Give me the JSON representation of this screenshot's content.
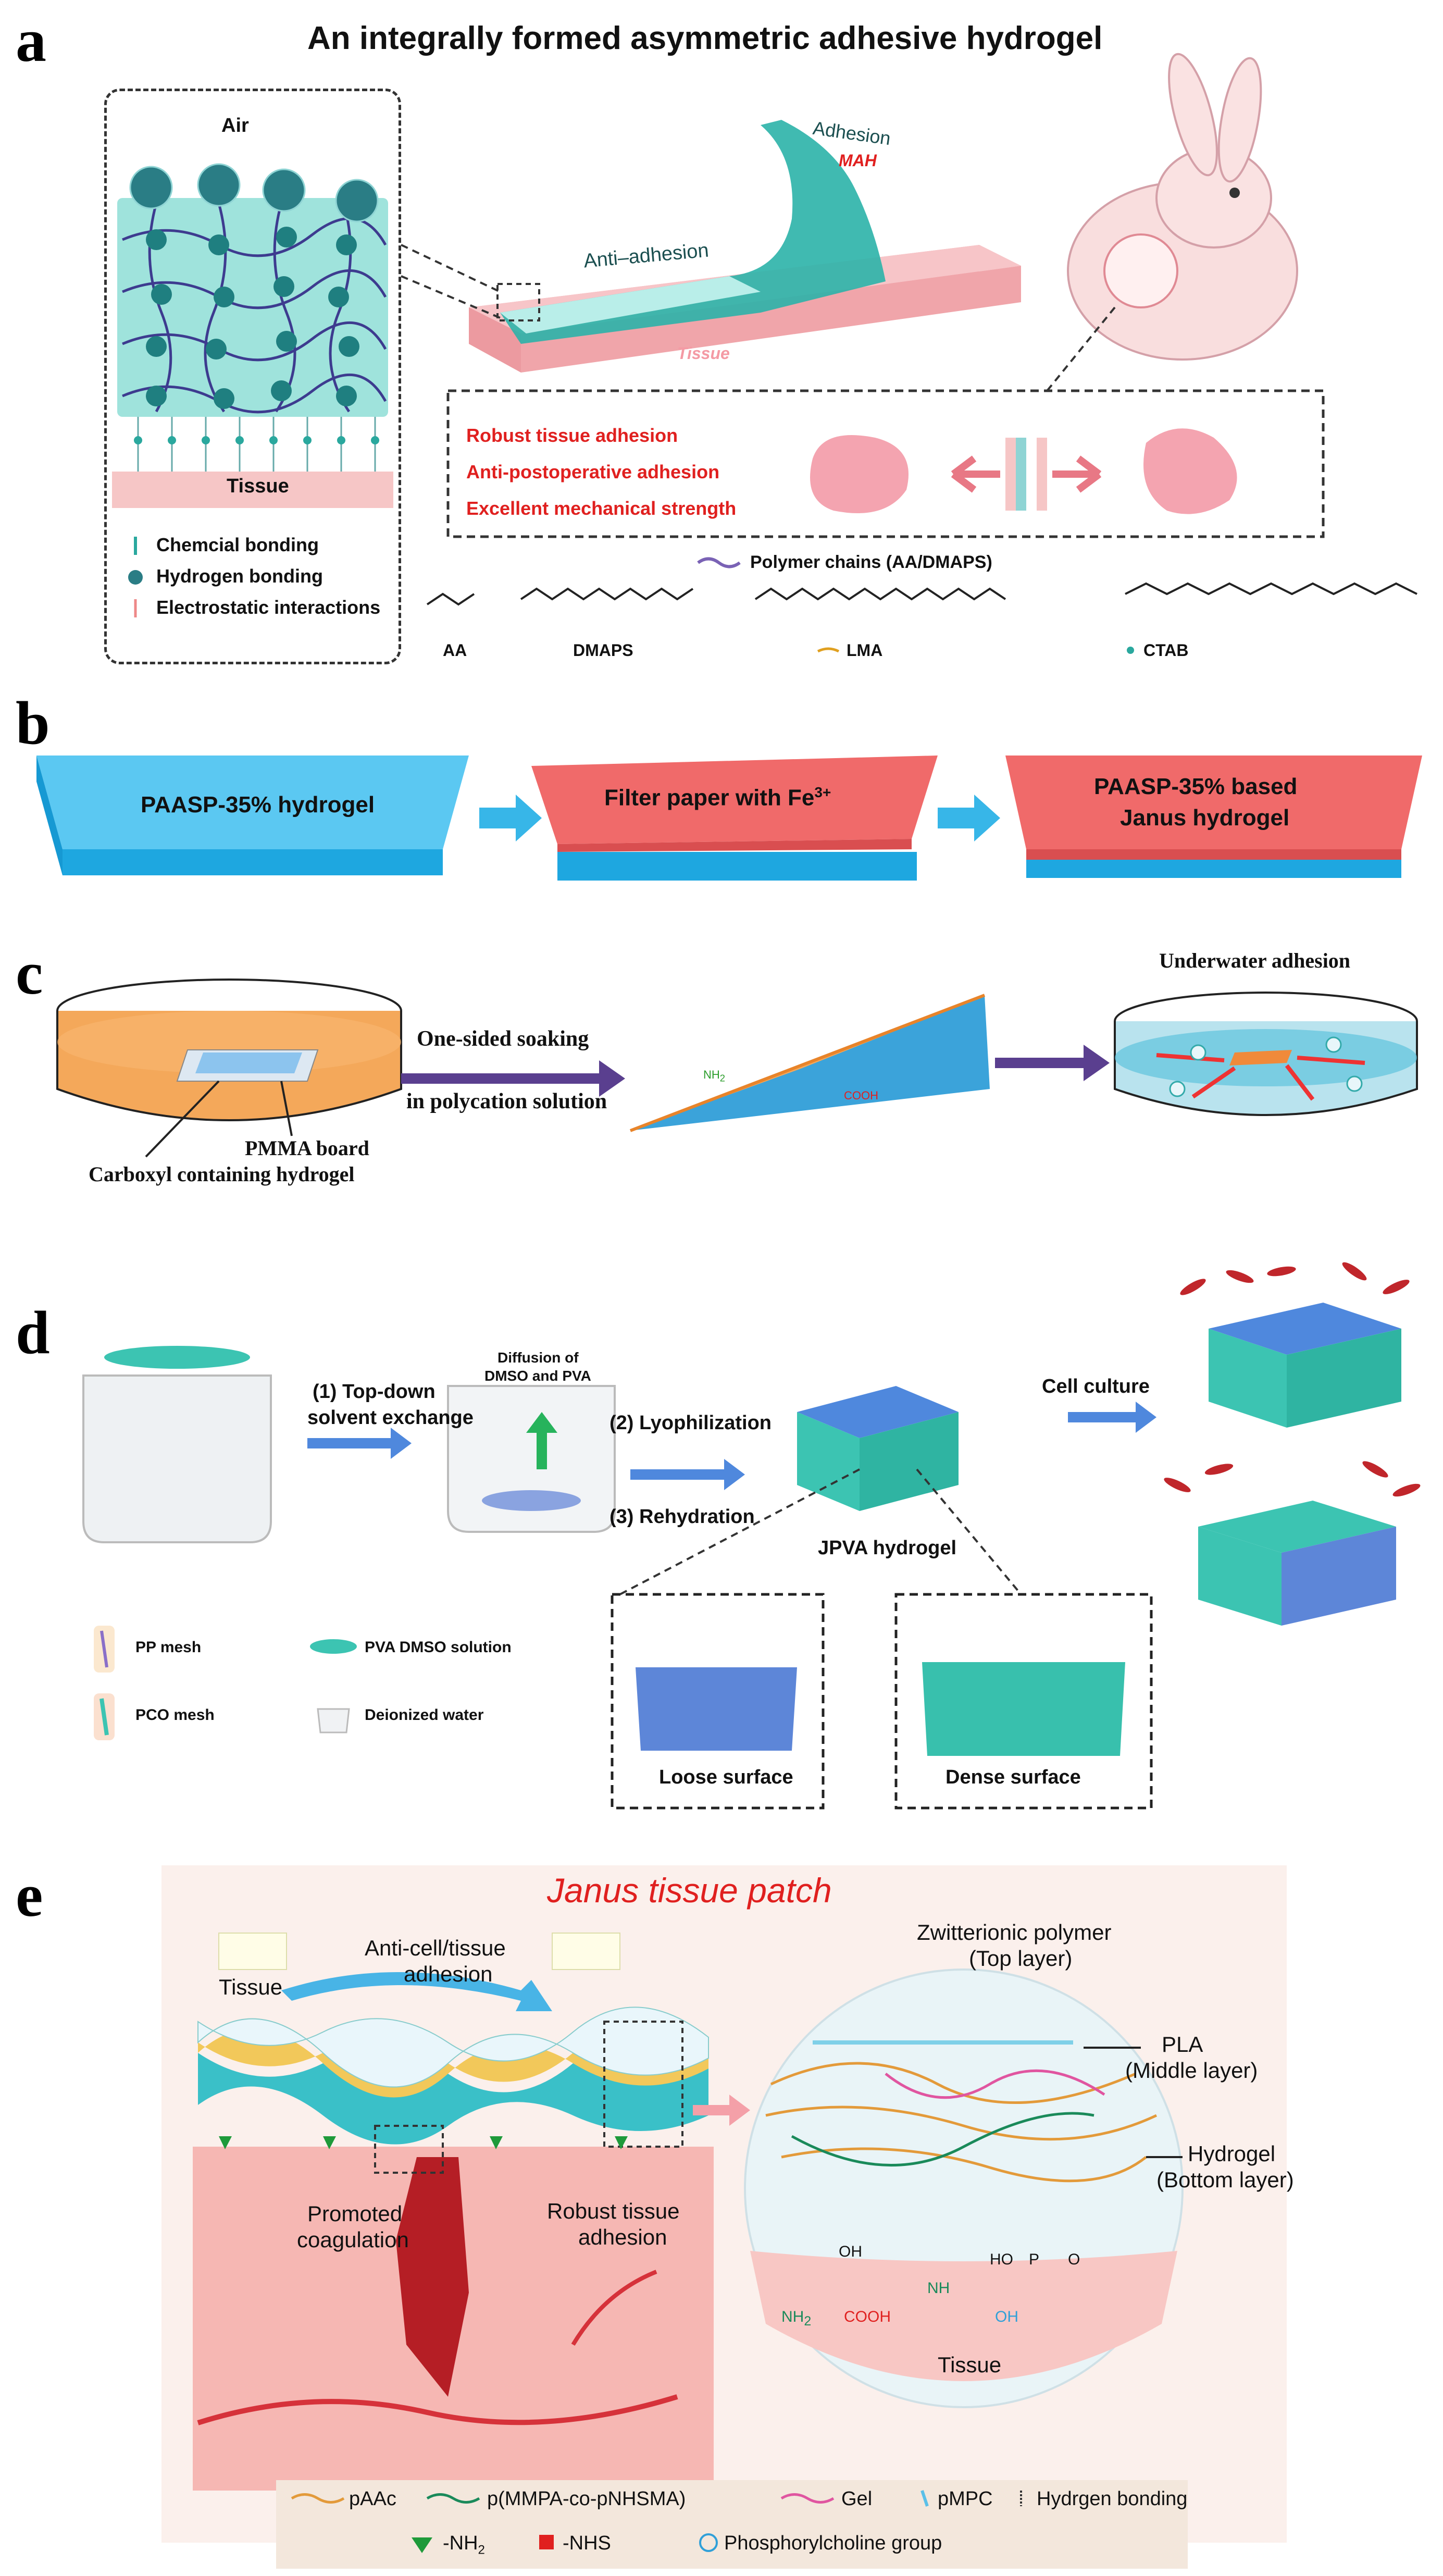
{
  "panel_a": {
    "label": "a",
    "title": "An integrally formed asymmetric adhesive hydrogel",
    "air": "Air",
    "tissue_left": "Tissue",
    "legend": [
      "Chemcial bonding",
      "Hydrogen bonding",
      "Electrostatic interactions"
    ],
    "adhesion": "Adhesion",
    "mah": "MAH",
    "anti_adhesion": "Anti–adhesion",
    "tissue_center": "Tissue",
    "features": [
      "Robust tissue adhesion",
      "Anti-postoperative adhesion",
      "Excellent mechanical strength"
    ],
    "polymer_chains": "Polymer chains (AA/DMAPS)",
    "monomers": [
      "AA",
      "DMAPS",
      "LMA",
      "CTAB"
    ],
    "colors": {
      "hydrogel": "#9fe3dc",
      "tissue": "#f6c6c6",
      "teal": "#2bb3a8",
      "red_text": "#e0201f"
    }
  },
  "panel_b": {
    "label": "b",
    "step1": "PAASP-35% hydrogel",
    "step2": "Filter paper with Fe",
    "step2_sup": "3+",
    "step3_line1": "PAASP-35% based",
    "step3_line2": "Janus hydrogel",
    "colors": {
      "blue": "#28b4ea",
      "red": "#f06a6a"
    }
  },
  "panel_c": {
    "label": "c",
    "arrow_line1": "One-sided soaking",
    "arrow_line2": "in polycation solution",
    "pmma": "PMMA board",
    "carboxyl": "Carboxyl containing hydrogel",
    "underwater": "Underwater adhesion",
    "nh": "NH",
    "nh_sub": "2",
    "cooh": "COOH",
    "colors": {
      "orange": "#f4a85a",
      "blue": "#3ba3da",
      "arrow": "#5a3f8f"
    }
  },
  "panel_d": {
    "label": "d",
    "step1_line1": "(1) Top-down",
    "step1_line2": "solvent exchange",
    "diffusion_line1": "Diffusion of",
    "diffusion_line2": "DMSO and PVA",
    "step2": "(2) Lyophilization",
    "step3": "(3) Rehydration",
    "cell_culture": "Cell culture",
    "jpva": "JPVA hydrogel",
    "loose": "Loose surface",
    "dense": "Dense surface",
    "legend": [
      "PP mesh",
      "PVA DMSO solution",
      "PCO mesh",
      "Deionized water"
    ],
    "colors": {
      "teal": "#3cc4b2",
      "blue": "#4f88dd"
    }
  },
  "panel_e": {
    "label": "e",
    "title": "Janus tissue patch",
    "anti_line1": "Anti-cell/tissue",
    "anti_line2": "adhesion",
    "tissue_left": "Tissue",
    "zwitter_line1": "Zwitterionic polymer",
    "zwitter_line2": "(Top layer)",
    "pla_line1": "PLA",
    "pla_line2": "(Middle layer)",
    "hydrogel_line1": "Hydrogel",
    "hydrogel_line2": "(Bottom layer)",
    "promoted_line1": "Promoted",
    "promoted_line2": "coagulation",
    "robust_line1": "Robust tissue",
    "robust_line2": "adhesion",
    "tissue_circle": "Tissue",
    "chem_oh": "OH",
    "chem_nh": "NH",
    "chem_nh2": "NH",
    "chem_cooh": "COOH",
    "chem_oh2": "OH",
    "chem_ho": "HO",
    "chem_p": "P",
    "chem_o": "O",
    "legend": {
      "paac": "pAAc",
      "pmmpa": "p(MMPA-co-pNHSMA)",
      "gel": "Gel",
      "pmpc": "pMPC",
      "hbond": "Hydrgen bonding",
      "nh2": "-NH",
      "nh2_sub": "2",
      "nhs": "-NHS",
      "phospho": "Phosphorylcholine group"
    },
    "colors": {
      "title": "#e0201f",
      "bg": "#fbe4de",
      "legend_bg": "#f3e7dc"
    }
  }
}
